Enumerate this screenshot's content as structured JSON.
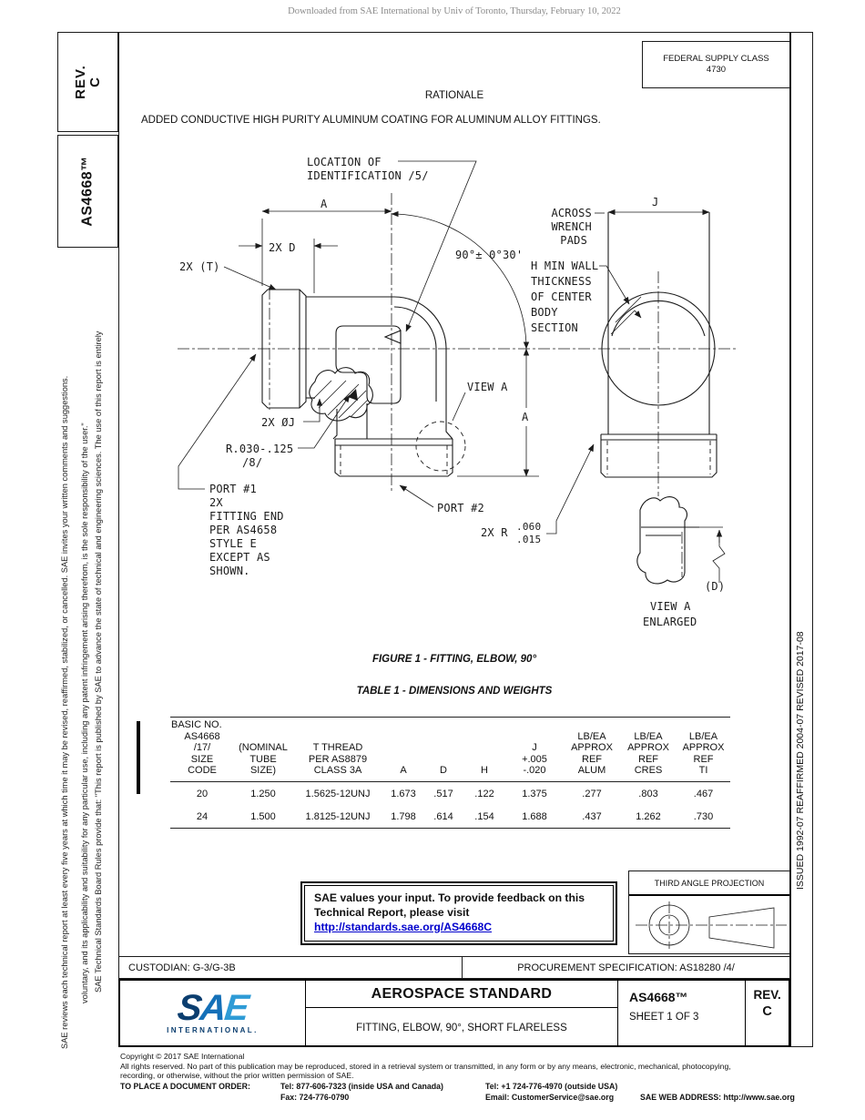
{
  "page": {
    "watermark": "Downloaded from SAE International by Univ of Toronto, Thursday, February 10, 2022"
  },
  "left_bar": {
    "rev_line1": "REV.",
    "rev_line2": "C",
    "doc_number": "AS4668™",
    "legal_line1": "SAE Technical Standards Board Rules provide that: \"This report is published by SAE to advance the state of technical and engineering sciences. The use of this report is entirely",
    "legal_line2": "voluntary, and its applicability and suitability for any particular use, including any patent infringement arising therefrom, is the sole responsibility of the user.\"",
    "legal_line3": "SAE reviews each technical report at least every five years at which time it may be revised, reaffirmed, stabilized, or cancelled. SAE invites your written comments and suggestions."
  },
  "right_bar": {
    "history": "ISSUED 1992-07    REAFFIRMED 2004-07    REVISED 2017-08"
  },
  "header": {
    "fsc_label": "FEDERAL SUPPLY CLASS",
    "fsc_value": "4730",
    "rationale_title": "RATIONALE",
    "rationale_body": "ADDED CONDUCTIVE HIGH PURITY ALUMINUM COATING FOR ALUMINUM ALLOY FITTINGS."
  },
  "drawing": {
    "loc_id_1": "LOCATION OF",
    "loc_id_2": "IDENTIFICATION  /5/",
    "dim_a": "A",
    "dim_2x_d": "2X D",
    "dim_2x_t": "2X (T)",
    "angle": "90°± 0°30'",
    "across_1": "ACROSS",
    "across_2": "WRENCH",
    "across_3": "PADS",
    "dim_j": "J",
    "hmin_1": "H MIN WALL",
    "hmin_2": "THICKNESS",
    "hmin_3": "OF CENTER",
    "hmin_4": "BODY",
    "hmin_5": "SECTION",
    "view_a": "VIEW A",
    "dim_a_side": "A",
    "dim_oj": "2X ØJ",
    "radius_1": "R.030-.125",
    "radius_2": "/8/",
    "port1_1": "PORT #1",
    "port1_2": "2X",
    "port1_3": "FITTING END",
    "port1_4": "PER AS4658",
    "port1_5": "STYLE E",
    "port1_6": "EXCEPT AS",
    "port1_7": "SHOWN.",
    "port2": "PORT #2",
    "r2_label": "2X R",
    "r2_top": ".060",
    "r2_bot": ".015",
    "d_ref": "(D)",
    "view_a_enl_1": "VIEW A",
    "view_a_enl_2": "ENLARGED"
  },
  "figure_caption": "FIGURE 1 - FITTING, ELBOW, 90°",
  "table": {
    "caption": "TABLE 1 - DIMENSIONS AND WEIGHTS",
    "headers": [
      [
        "BASIC NO.",
        "AS4668",
        "/17/",
        "SIZE",
        "CODE"
      ],
      [
        "(NOMINAL",
        "TUBE",
        "SIZE)"
      ],
      [
        "T THREAD",
        "PER AS8879",
        "CLASS 3A"
      ],
      [
        "A"
      ],
      [
        "D"
      ],
      [
        "H"
      ],
      [
        "J",
        "+.005",
        "-.020"
      ],
      [
        "LB/EA",
        "APPROX",
        "REF",
        "ALUM"
      ],
      [
        "LB/EA",
        "APPROX",
        "REF",
        "CRES"
      ],
      [
        "LB/EA",
        "APPROX",
        "REF",
        "TI"
      ]
    ],
    "rows": [
      [
        "20",
        "1.250",
        "1.5625-12UNJ",
        "1.673",
        ".517",
        ".122",
        "1.375",
        ".277",
        ".803",
        ".467"
      ],
      [
        "24",
        "1.500",
        "1.8125-12UNJ",
        "1.798",
        ".614",
        ".154",
        "1.688",
        ".437",
        "1.262",
        ".730"
      ]
    ]
  },
  "feedback": {
    "line1": "SAE values your input. To provide feedback on this",
    "line2": "Technical Report, please visit",
    "url": "http://standards.sae.org/AS4668C"
  },
  "projection": {
    "title": "THIRD ANGLE PROJECTION"
  },
  "info_row": {
    "custodian": "CUSTODIAN: G-3/G-3B",
    "procurement": "PROCUREMENT SPECIFICATION: AS18280 /4/"
  },
  "title_block": {
    "logo_s": "S",
    "logo_a": "A",
    "logo_e": "E",
    "logo_sub": "INTERNATIONAL.",
    "kind": "AEROSPACE STANDARD",
    "subject": "FITTING, ELBOW, 90°, SHORT FLARELESS",
    "doc_number": "AS4668™",
    "sheet": "SHEET 1 OF 3",
    "rev_label": "REV.",
    "rev_value": "C"
  },
  "footer": {
    "copyright": "Copyright © 2017 SAE International",
    "rights_1": "All rights reserved. No part of this publication may be reproduced, stored in a retrieval system or transmitted, in any form or by any means, electronic, mechanical, photocopying,",
    "rights_2": "recording, or otherwise, without the prior written permission of SAE.",
    "order_label": "TO PLACE A DOCUMENT ORDER:",
    "tel_inside": "Tel: 877-606-7323 (inside USA and Canada)",
    "tel_outside": "Tel: +1 724-776-4970 (outside USA)",
    "fax": "Fax: 724-776-0790",
    "email": "Email: CustomerService@sae.org",
    "web": "SAE WEB ADDRESS: http://www.sae.org"
  },
  "colors": {
    "link": "#0000CC",
    "logo_dark": "#0B3E6F",
    "logo_mid": "#1470B8",
    "logo_light": "#2E9BD6"
  }
}
